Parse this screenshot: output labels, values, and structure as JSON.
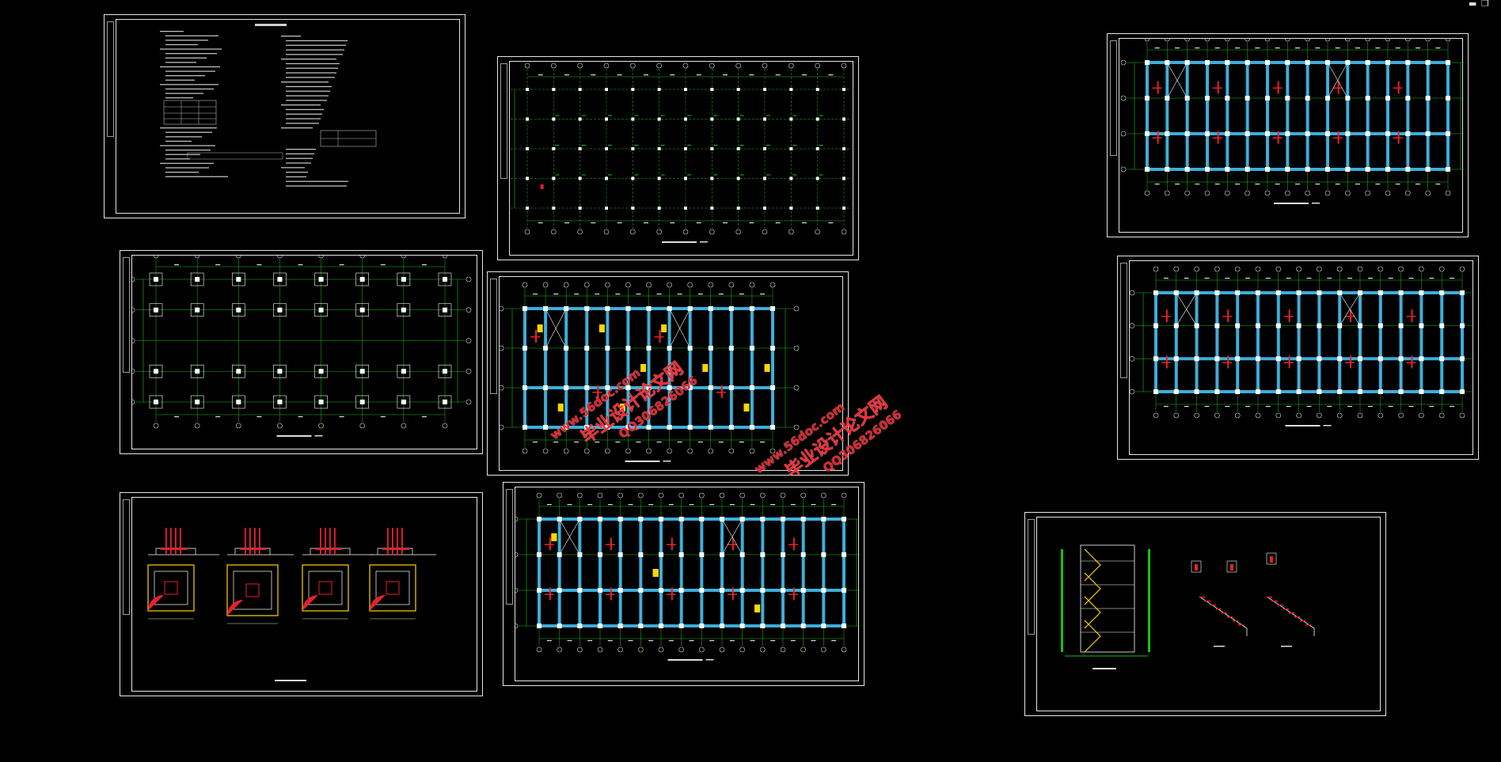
{
  "window": {
    "minimize": "▬",
    "restore": "❐"
  },
  "watermarks": [
    {
      "site": "www.56doc.com",
      "qq": "QQ306826066",
      "brand": "毕业设计论文网"
    },
    {
      "site": "www.56doc.com",
      "qq": "QQ306826066",
      "brand": "毕业设计论文网"
    }
  ],
  "colors": {
    "background": "#000000",
    "frame": "#e6e6e6",
    "grid": "#18c018",
    "beam": "#46c8ff",
    "rebar": "#e8202a",
    "label": "#ffd400"
  }
}
